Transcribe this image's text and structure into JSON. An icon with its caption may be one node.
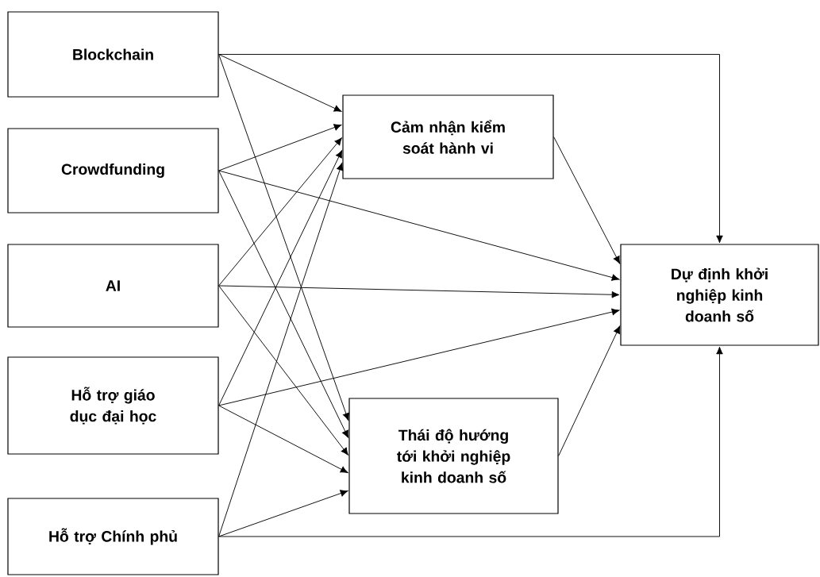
{
  "diagram": {
    "nodes": [
      {
        "text": [
          "Blockchain"
        ]
      },
      {
        "text": [
          "Crowdfunding"
        ]
      },
      {
        "text": [
          "AI"
        ]
      },
      {
        "text": [
          "Hỗ trợ giáo dục đại học"
        ]
      },
      {
        "text": [
          "Hỗ trợ Chính phủ"
        ]
      },
      {
        "text": [
          "Cảm nhận kiểm soát hành vi"
        ]
      },
      {
        "text": [
          "Thái độ hướng tới khởi nghiệp kinh doanh số"
        ]
      },
      {
        "text": [
          "Dự định khởi nghiệp kinh doanh số"
        ]
      }
    ],
    "edges": [
      {
        "from": 0,
        "to": 7,
        "arrow": "to"
      },
      {
        "from": 0,
        "to": 5,
        "arrow": "to"
      },
      {
        "from": 0,
        "to": 6,
        "arrow": "to"
      },
      {
        "from": 1,
        "to": 5,
        "arrow": "to"
      },
      {
        "from": 1,
        "to": 6,
        "arrow": "to"
      },
      {
        "from": 1,
        "to": 7,
        "arrow": "to"
      },
      {
        "from": 2,
        "to": 5,
        "arrow": "to"
      },
      {
        "from": 2,
        "to": 6,
        "arrow": "to"
      },
      {
        "from": 2,
        "to": 7,
        "arrow": "to"
      },
      {
        "from": 3,
        "to": 5,
        "arrow": "to"
      },
      {
        "from": 3,
        "to": 6,
        "arrow": "to"
      },
      {
        "from": 3,
        "to": 7,
        "arrow": "to"
      },
      {
        "from": 4,
        "to": 5,
        "arrow": "to"
      },
      {
        "from": 4,
        "to": 6,
        "arrow": "to"
      },
      {
        "from": 4,
        "to": 7,
        "arrow": "to"
      },
      {
        "from": 5,
        "to": 7,
        "arrow": "to"
      },
      {
        "from": 6,
        "to": 7,
        "arrow": "to"
      }
    ]
  }
}
